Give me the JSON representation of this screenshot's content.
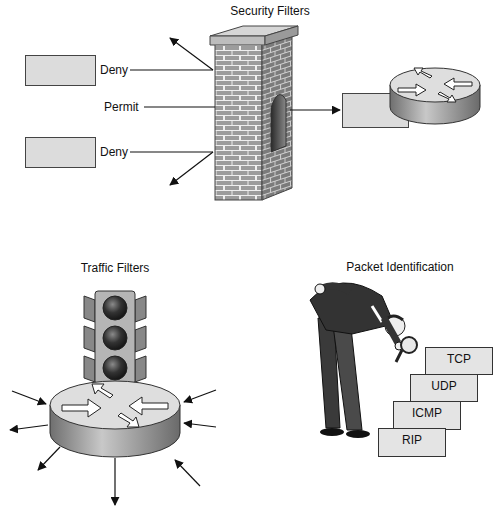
{
  "diagram": {
    "nodes": [
      {
        "text": [
          "TCP"
        ]
      },
      {
        "text": [
          "UDP"
        ]
      },
      {
        "text": [
          "ICMP"
        ]
      },
      {
        "text": [
          "RIP"
        ]
      }
    ],
    "labels": [
      "Security Filters",
      "Deny",
      "Permit",
      "Deny",
      "Traffic Filters",
      "Packet Identification"
    ]
  }
}
